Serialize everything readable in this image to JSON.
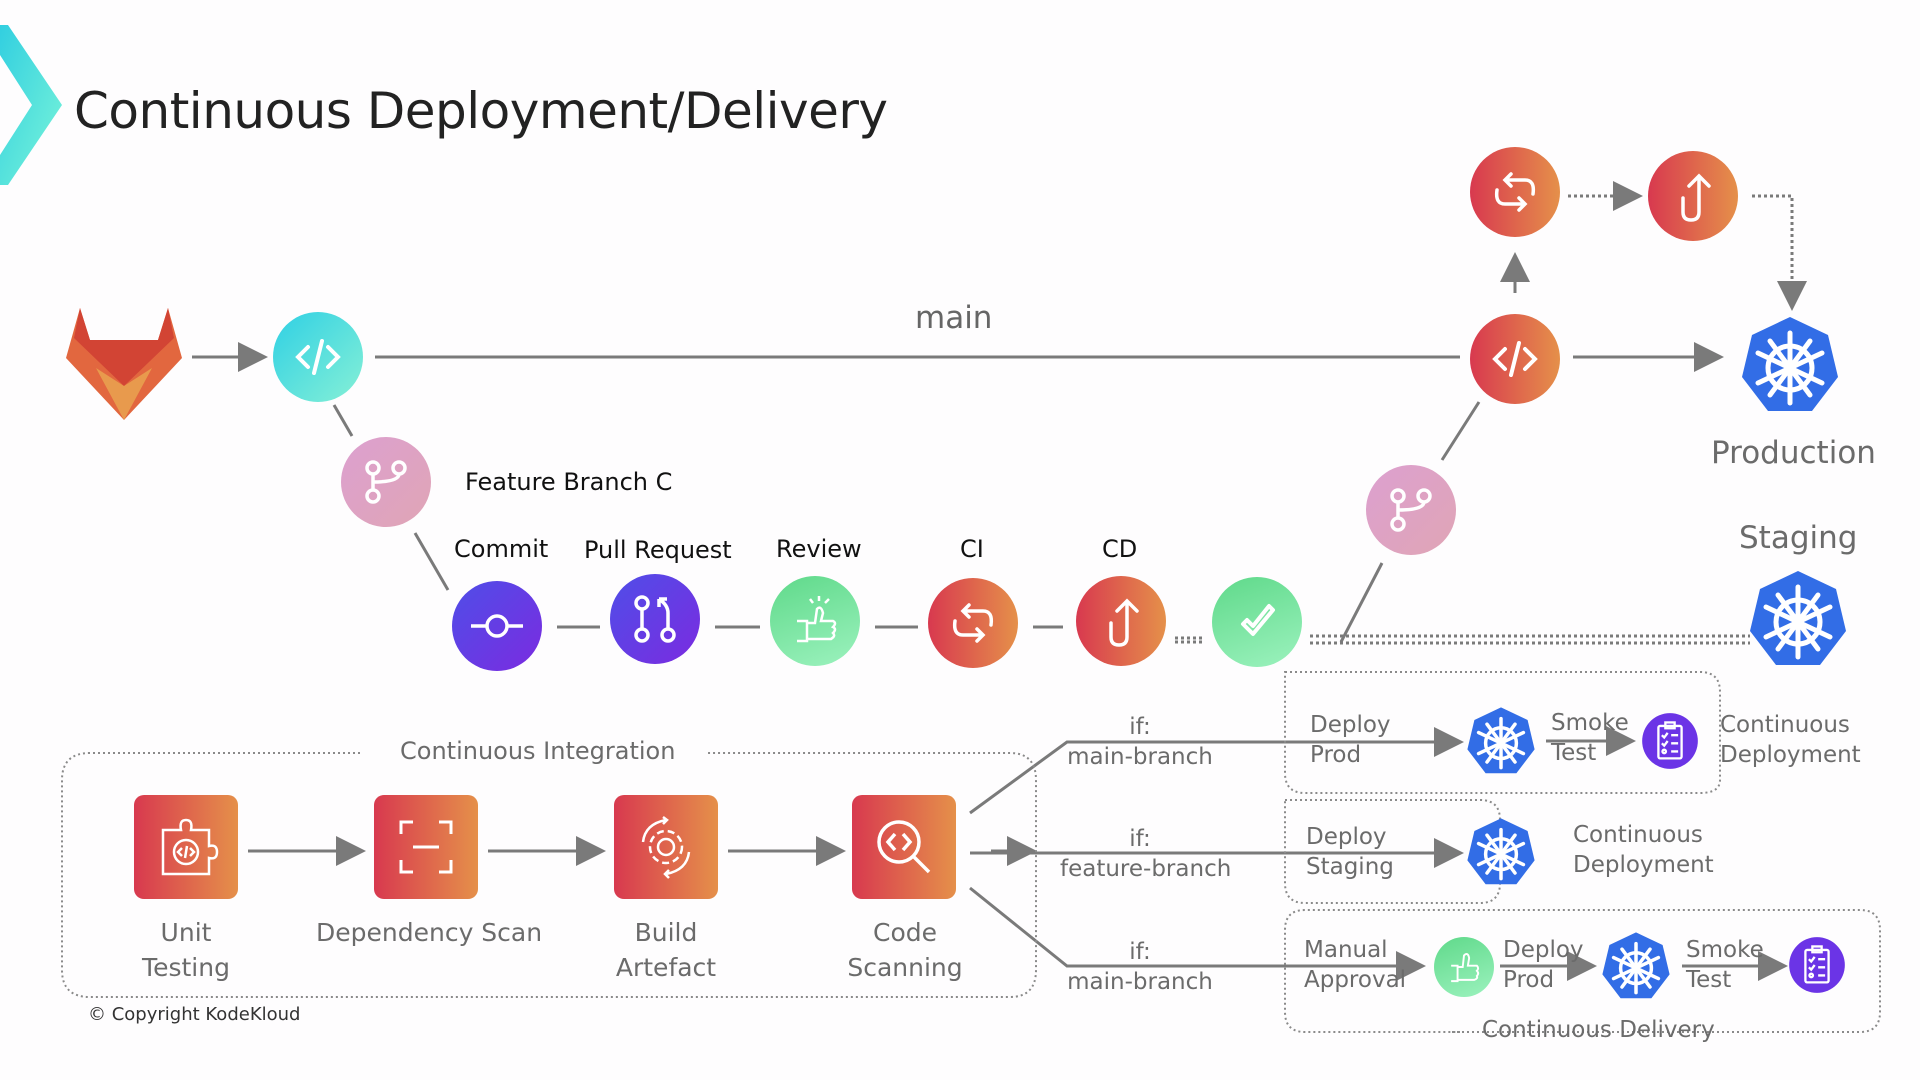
{
  "title": "Continuous Deployment/Delivery",
  "branch_main_label": "main",
  "feature_branch_label": "Feature Branch C",
  "pipeline_steps": [
    {
      "label": "Commit",
      "icon": "commit-icon"
    },
    {
      "label": "Pull Request",
      "icon": "pull-request-icon"
    },
    {
      "label": "Review",
      "icon": "thumbs-up-icon"
    },
    {
      "label": "CI",
      "icon": "sync-icon"
    },
    {
      "label": "CD",
      "icon": "deploy-arrow-icon"
    }
  ],
  "environments": {
    "production": "Production",
    "staging": "Staging"
  },
  "ci_section": {
    "title": "Continuous Integration",
    "stages": [
      {
        "label_line1": "Unit",
        "label_line2": "Testing",
        "icon": "puzzle-code-icon"
      },
      {
        "label_line1": "Dependency Scan",
        "label_line2": "",
        "icon": "scan-frame-icon"
      },
      {
        "label_line1": "Build",
        "label_line2": "Artefact",
        "icon": "gear-cycle-icon"
      },
      {
        "label_line1": "Code",
        "label_line2": "Scanning",
        "icon": "code-search-icon"
      }
    ]
  },
  "conditions": [
    {
      "if": "if:",
      "branch": "main-branch"
    },
    {
      "if": "if:",
      "branch": "feature-branch"
    },
    {
      "if": "if:",
      "branch": "main-branch"
    }
  ],
  "cd_prod": {
    "deploy_line1": "Deploy",
    "deploy_line2": "Prod",
    "smoke_line1": "Smoke",
    "smoke_line2": "Test",
    "result_line1": "Continuous",
    "result_line2": "Deployment"
  },
  "cd_staging": {
    "deploy_line1": "Deploy",
    "deploy_line2": "Staging",
    "result_line1": "Continuous",
    "result_line2": "Deployment"
  },
  "delivery": {
    "title": "Continuous Delivery",
    "approval_line1": "Manual",
    "approval_line2": "Approval",
    "deploy_line1": "Deploy",
    "deploy_line2": "Prod",
    "smoke_line1": "Smoke",
    "smoke_line2": "Test"
  },
  "copyright": "© Copyright KodeKloud",
  "colors": {
    "kubernetes_blue": "#326de6",
    "orange_start": "#d8394f",
    "orange_end": "#e5904a",
    "purple": "#6a3be6",
    "green": "#6fe39a",
    "pink": "#dca0c8",
    "teal": "#3fd8e2",
    "line_gray": "#7a7a7a"
  }
}
